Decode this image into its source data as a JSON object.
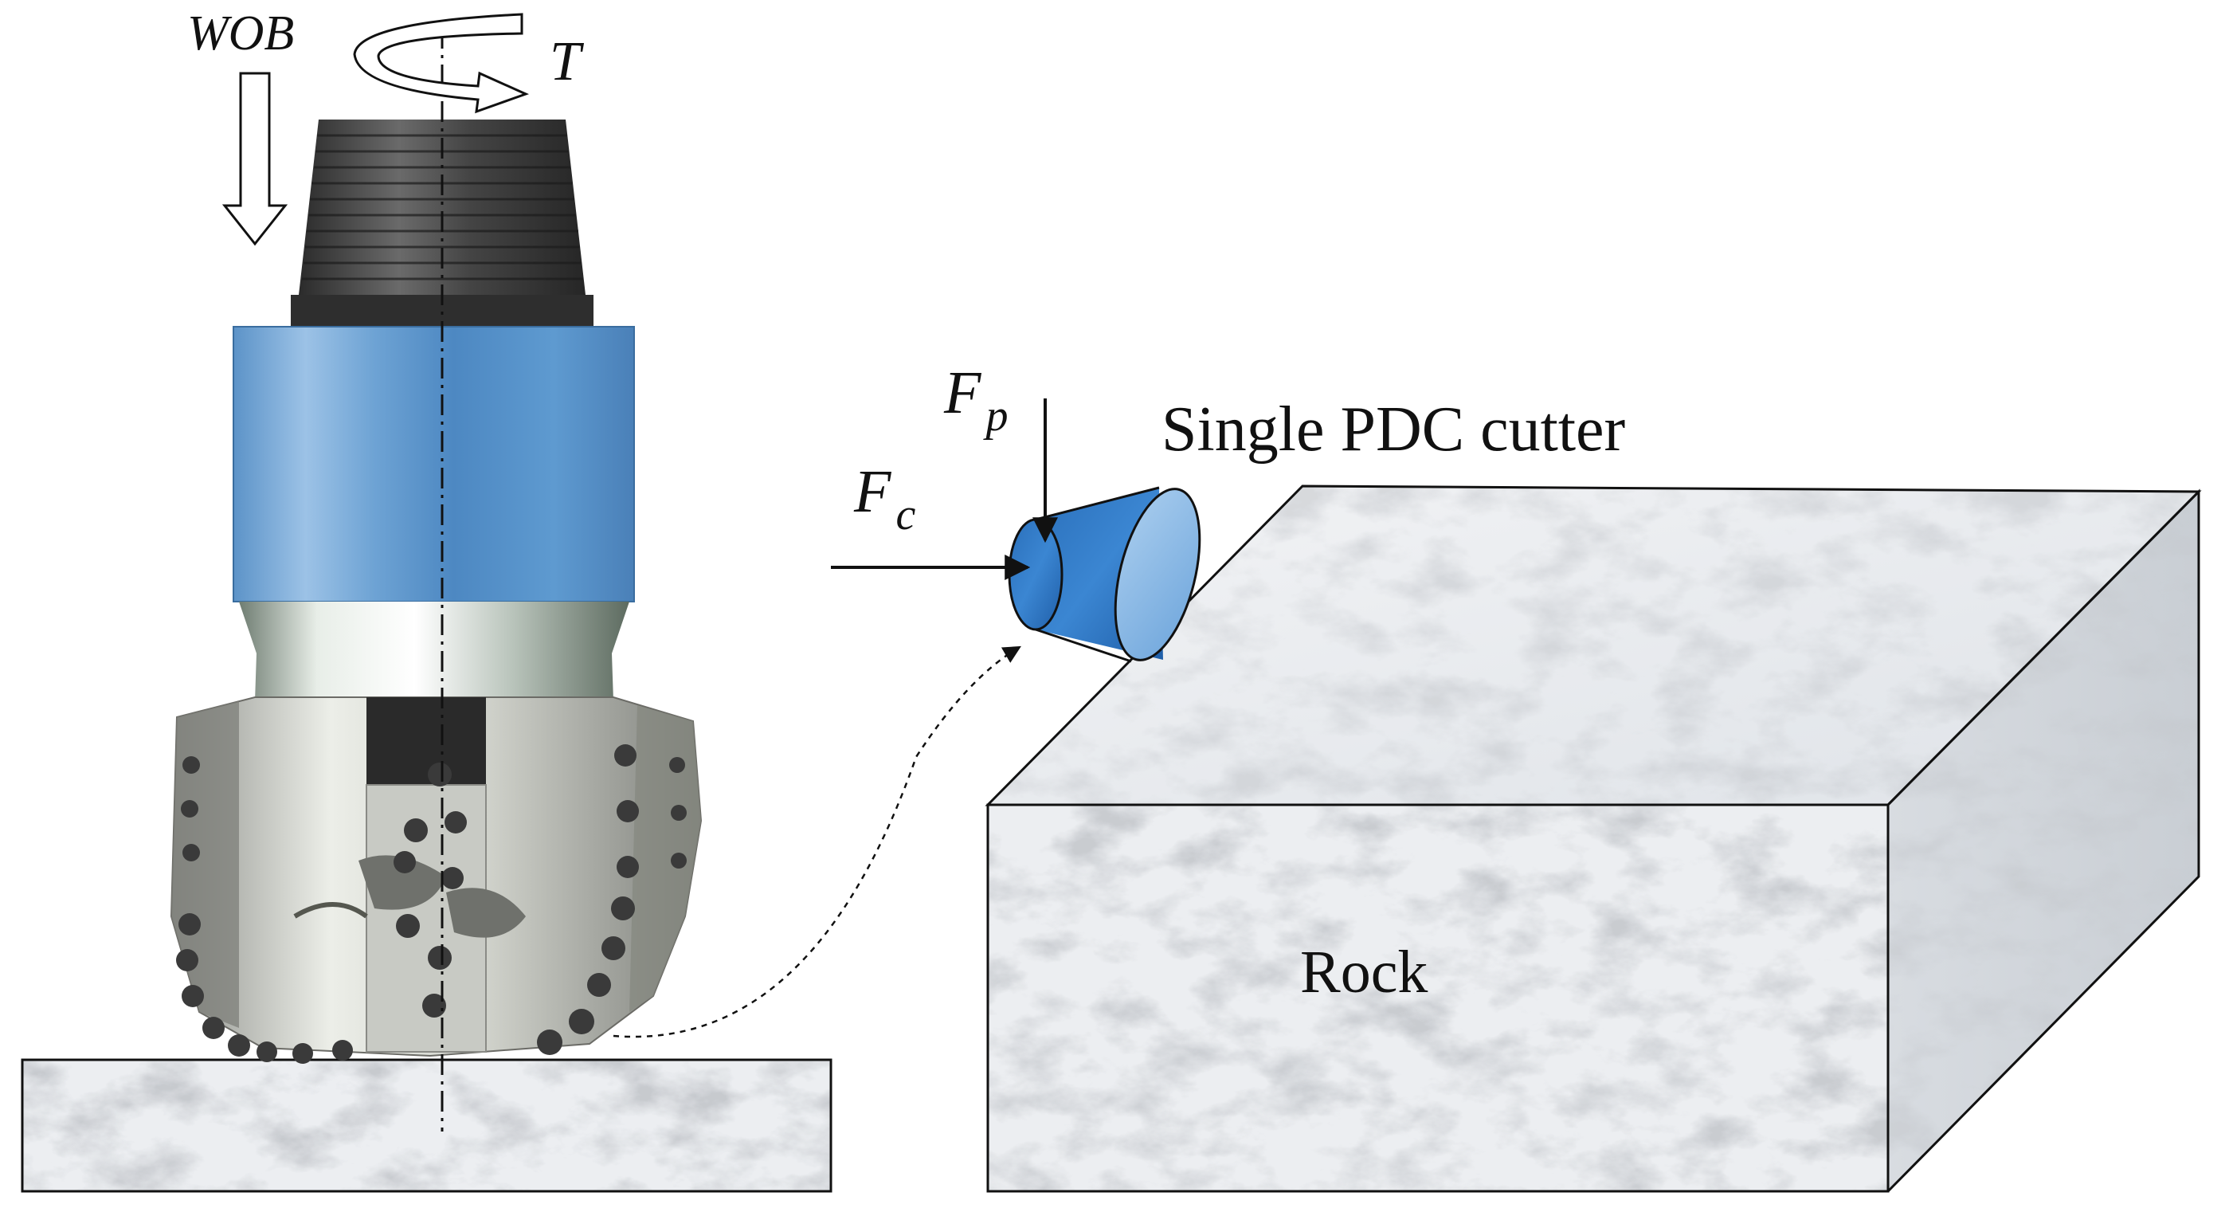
{
  "labels": {
    "wob": "WOB",
    "torque": "T",
    "fp_main": "F",
    "fp_sub": "p",
    "fc_main": "F",
    "fc_sub": "c",
    "cutter_caption": "Single PDC cutter",
    "rock_label": "Rock"
  },
  "colors": {
    "bit_body_blue": "#5b97cc",
    "cutter_blue": "#2f78c4",
    "rock_base": "#e9ecef",
    "thread_dark": "#3a3a3a",
    "crown_gray": "#d4d6d0",
    "line": "#111111"
  }
}
